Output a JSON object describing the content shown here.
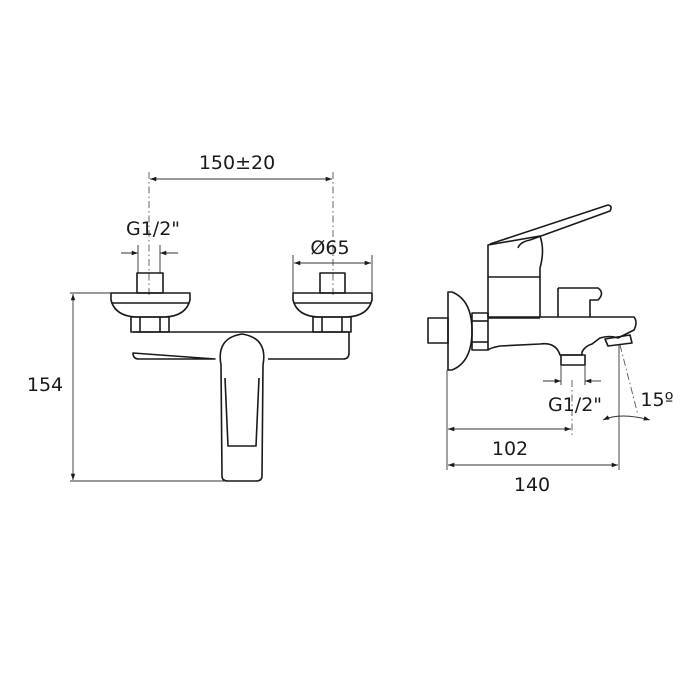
{
  "front_view": {
    "centre_distance": "150±20",
    "inlet_thread": "G1/2\"",
    "escutcheon_diameter": "Ø65",
    "height": "154"
  },
  "side_view": {
    "outlet_thread": "G1/2\"",
    "spout_angle": "15º",
    "outlet_distance": "102",
    "projection": "140"
  }
}
